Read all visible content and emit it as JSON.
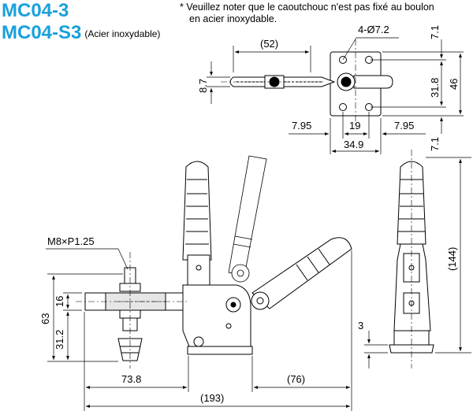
{
  "header": {
    "title_1": "MC04-3",
    "title_2": "MC04-S3",
    "title_2_suffix": "(Acier inoxydable)",
    "note_line_1": "* Veuillez noter que le caoutchouc n'est pas fixé au boulon",
    "note_line_2": "en acier inoxydable."
  },
  "dimensions": {
    "top_hole_spec": "4-Ø7.2",
    "top_width_52": "(52)",
    "top_left_height": "8.7",
    "top_right_top": "7.1",
    "top_right_31": "31.8",
    "top_right_46": "46",
    "top_right_bottom": "7.1",
    "bottom_left_795": "7.95",
    "bottom_mid_19": "19",
    "bottom_right_795": "7.95",
    "bottom_total_349": "34.9",
    "thread_spec": "M8×P1.25",
    "side_63": "63",
    "side_16": "16",
    "side_312": "31.2",
    "len_738": "73.8",
    "len_76": "(76)",
    "len_193": "(193)",
    "height_144": "(144)",
    "base_3": "3"
  },
  "colors": {
    "accent": "#1aa0dc",
    "line": "#000000",
    "fill": "#ffffff",
    "shade": "#e6e6e6"
  }
}
